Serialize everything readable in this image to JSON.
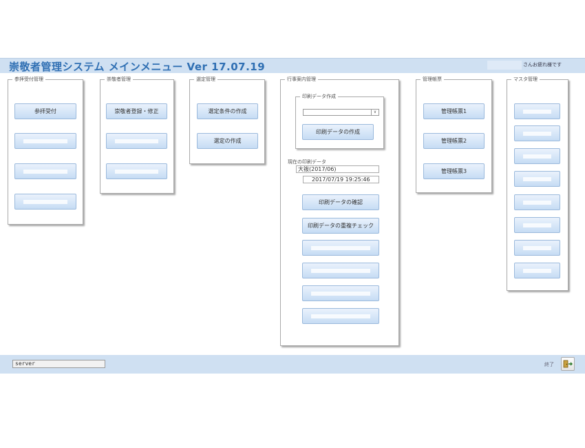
{
  "header": {
    "title": "崇敬者管理システム メインメニュー Ver 17.07.19",
    "greeting": "さんお疲れ様です"
  },
  "groups": {
    "visitor": {
      "title": "参拝受付管理",
      "buttons": [
        "参拝受付",
        "",
        "",
        ""
      ]
    },
    "worshipper": {
      "title": "崇敬者管理",
      "buttons": [
        "崇敬者登録・修正",
        "",
        ""
      ]
    },
    "selection": {
      "title": "選定管理",
      "buttons": [
        "選定条件の作成",
        "選定の作成"
      ]
    },
    "event": {
      "title": "行事案内管理",
      "print_group_title": "印刷データ作成",
      "select_value": "",
      "create_button": "印刷データの作成",
      "current_label": "現在の印刷データ",
      "current_name": "大祓(2017/06)",
      "current_datetime": "2017/07/19 19:25:46",
      "confirm_button": "印刷データの確認",
      "dup_button": "印刷データの重複チェック",
      "extra_buttons": [
        "",
        "",
        "",
        ""
      ]
    },
    "reports": {
      "title": "管理帳票",
      "buttons": [
        "管理帳票1",
        "管理帳票2",
        "管理帳票3"
      ]
    },
    "master": {
      "title": "マスタ管理",
      "buttons": [
        "",
        "",
        "",
        "",
        "",
        "",
        "",
        ""
      ]
    }
  },
  "footer": {
    "server_value": "server",
    "exit_label": "終了",
    "exit_icon": "exit-door-icon"
  }
}
